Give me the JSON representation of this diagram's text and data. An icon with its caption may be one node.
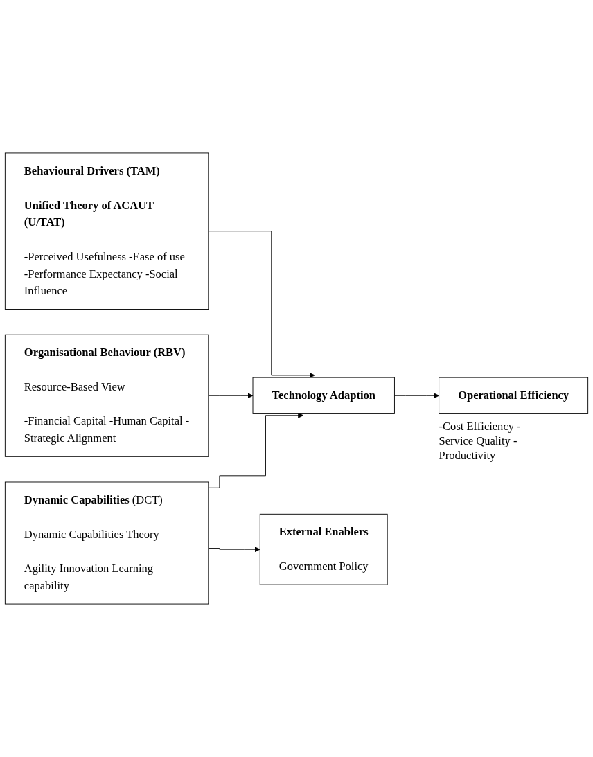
{
  "diagram": {
    "nodes": [
      {
        "text": [
          "Behavioural Drivers (TAM)",
          "Unified Theory of ACAUT (U/TAT)",
          "-Perceived Usefulness -Ease of use -Performance Expectancy -Social Influence"
        ]
      },
      {
        "text": [
          "Organisational Behaviour (RBV)",
          "Resource-Based View",
          "-Financial Capital -Human Capital -Strategic Alignment"
        ]
      },
      {
        "text": [
          "**Dynamic Capabilities** (DCT)",
          "Dynamic Capabilities Theory",
          "Agility Innovation Learning capability"
        ]
      },
      {
        "text": [
          "Technology Adaption"
        ]
      },
      {
        "text": [
          "Operational Efficiency"
        ],
        "beside": [
          "-Cost Efficiency -Service Quality -Productivity"
        ]
      },
      {
        "text": [
          "External Enablers",
          "Government Policy"
        ]
      }
    ],
    "edges": [
      {
        "from": 0,
        "to": 3,
        "arrow": "to"
      },
      {
        "from": 1,
        "to": 3,
        "arrow": "to"
      },
      {
        "from": 2,
        "to": 3,
        "arrow": "to"
      },
      {
        "from": 3,
        "to": 4,
        "arrow": "to"
      },
      {
        "from": 2,
        "to": 5,
        "arrow": "to"
      }
    ]
  }
}
